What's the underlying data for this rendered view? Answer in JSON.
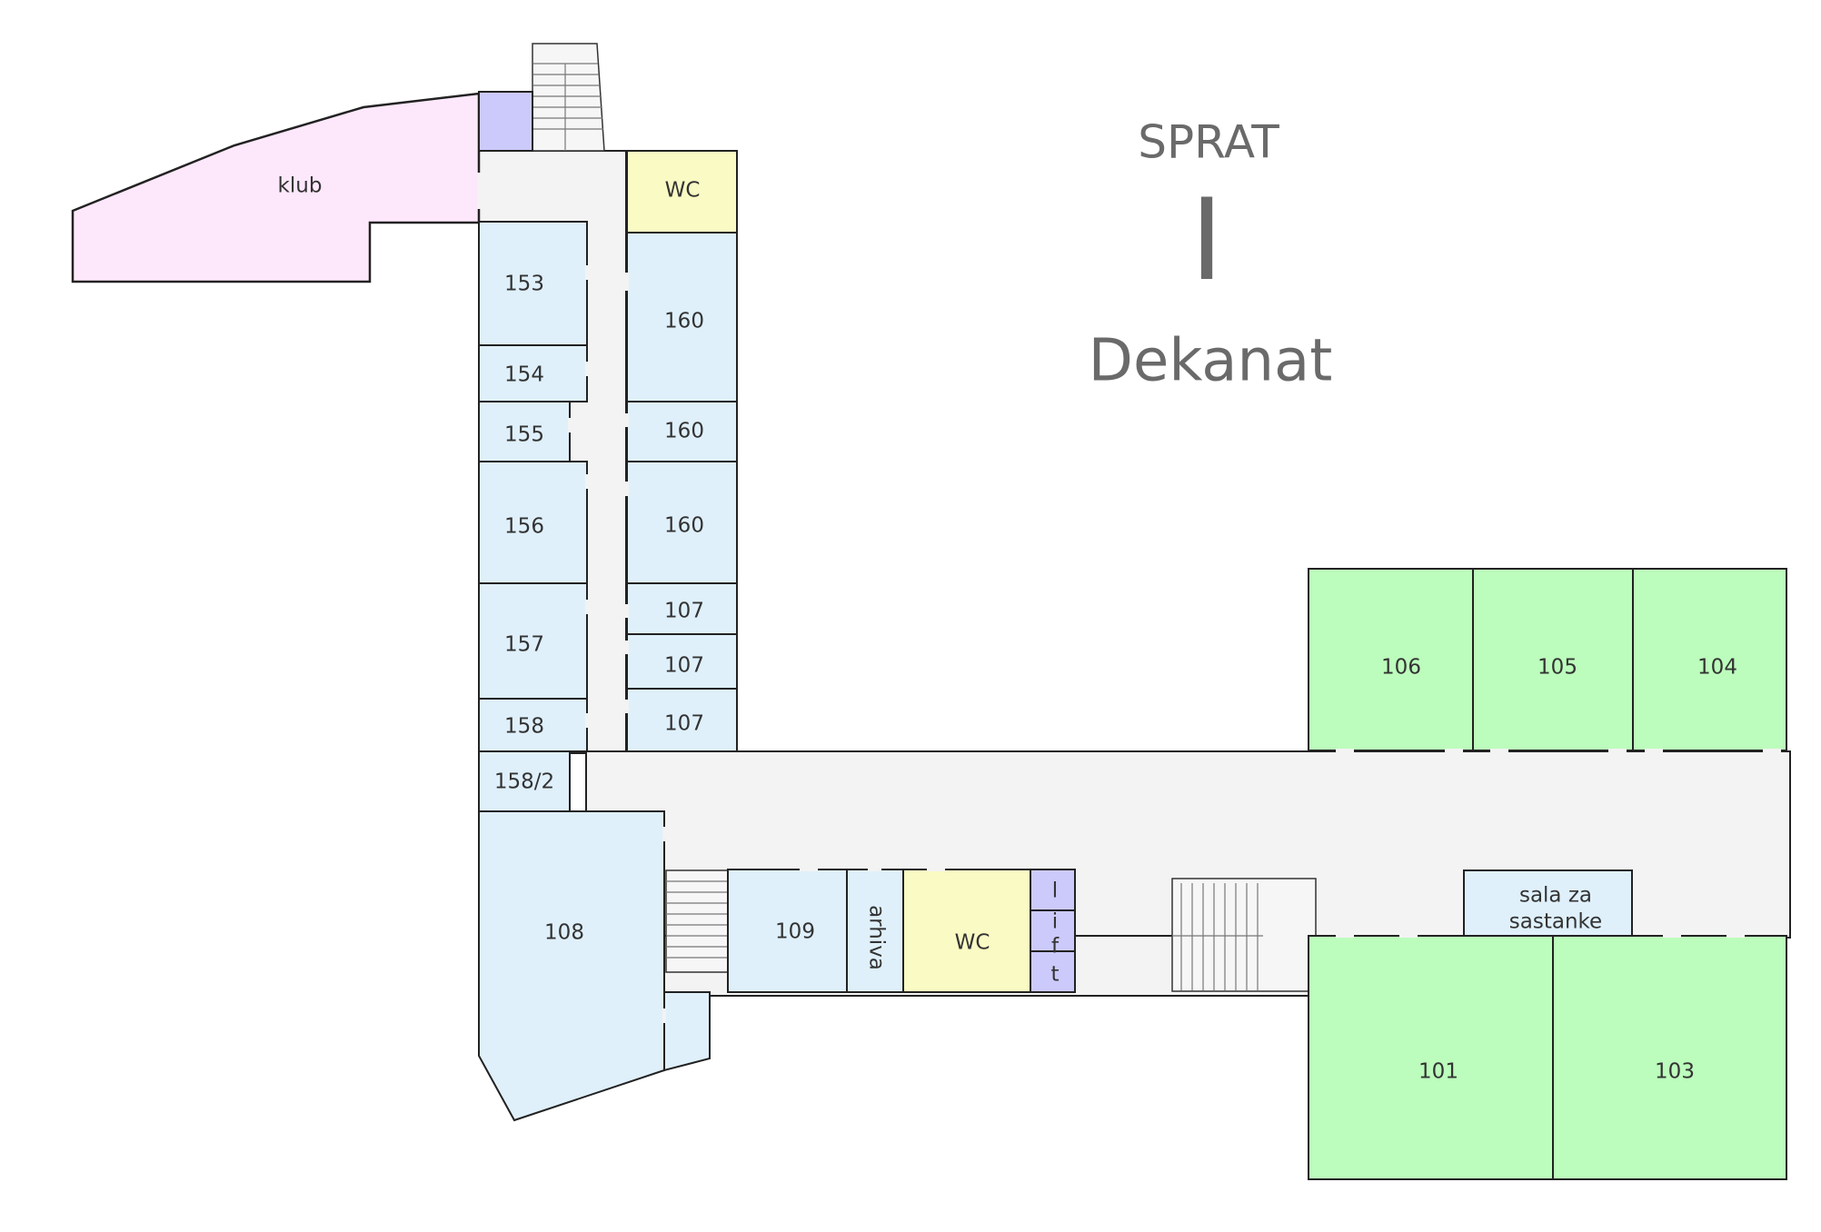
{
  "title": {
    "line1": "SPRAT",
    "line2": "I",
    "line3": "Dekanat"
  },
  "colors": {
    "office": "#dff0fb",
    "classroom": "#bcfcbc",
    "wc": "#fafac4",
    "lift": "#cccafa",
    "club": "#fde8fb",
    "corridor": "#f3f3f3"
  },
  "rooms": {
    "klub": "klub",
    "wc_top": "WC",
    "r153": "153",
    "r154": "154",
    "r155": "155",
    "r156": "156",
    "r157": "157",
    "r158": "158",
    "r158_2": "158/2",
    "r160_a": "160",
    "r160_b": "160",
    "r160_c": "160",
    "r107_a": "107",
    "r107_b": "107",
    "r107_c": "107",
    "r108": "108",
    "r109": "109",
    "arhiva": "arhiva",
    "wc_bottom": "WC",
    "lift_l": "l",
    "lift_i": "i",
    "lift_f": "f",
    "lift_t": "t",
    "r106": "106",
    "r105": "105",
    "r104": "104",
    "sala_line1": "sala za",
    "sala_line2": "sastanke",
    "r101": "101",
    "r103": "103"
  }
}
